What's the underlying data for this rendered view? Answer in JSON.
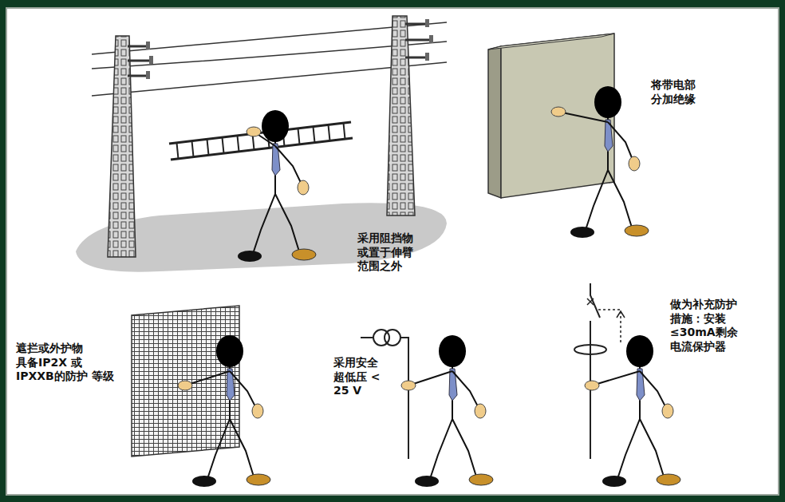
{
  "diagram": {
    "labels": [
      "将带电部 分加绝缘",
      "采用阻挡物 或置于伸臂 范围之外",
      "遮拦或外护物 具备IP2X 或 IPXXB的防护 等级",
      "采用安全 超低压 < 25 V",
      "做为补充防护 措施：安装 ≤30mA剩余 电流保护器"
    ]
  }
}
